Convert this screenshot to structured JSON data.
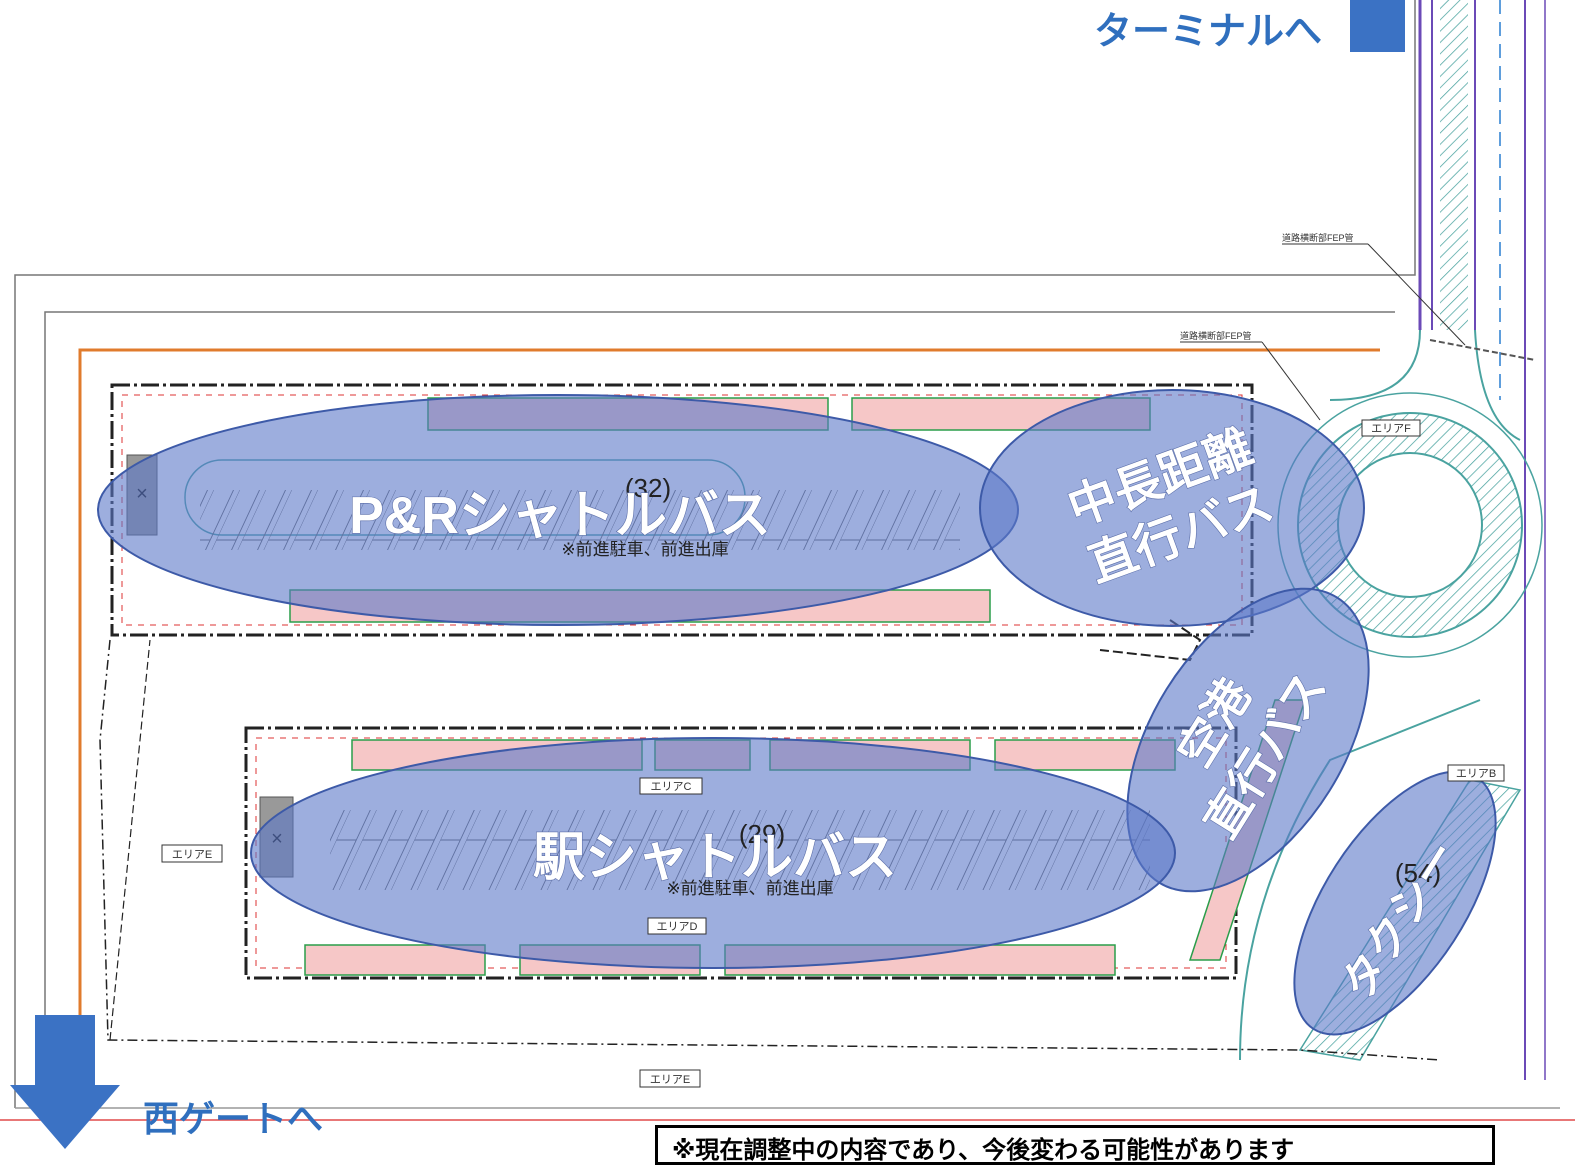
{
  "directions": {
    "terminal": "ターミナルへ",
    "west_gate": "西ゲートへ"
  },
  "zones": {
    "pr_shuttle": "P&Rシャトルバス",
    "pr_count": "(32)",
    "pr_note": "※前進駐車、前進出庫",
    "long_distance_line1": "中長距離",
    "long_distance_line2": "直行バス",
    "airport_line1": "空港",
    "airport_line2": "直行バス",
    "station_shuttle": "駅シャトルバス",
    "station_count": "(29)",
    "station_note": "※前進駐車、前進出庫",
    "taxi": "タクシー",
    "taxi_count": "(54)"
  },
  "area_labels": {
    "area_f": "エリアF",
    "area_c": "エリアC",
    "area_d": "エリアD",
    "area_e_left": "エリアE",
    "area_e_bottom": "エリアE",
    "area_b": "エリアB"
  },
  "pipe_labels": {
    "pipe_upper": "道路横断部FEP管",
    "pipe_lower": "道路横断部FEP管"
  },
  "footnote": "※現在調整中の内容であり、今後変わる可能性があります",
  "colors": {
    "zone_fill": "#5b78c8",
    "direction_text": "#2f6fbe",
    "arrow": "#3b72c4"
  }
}
